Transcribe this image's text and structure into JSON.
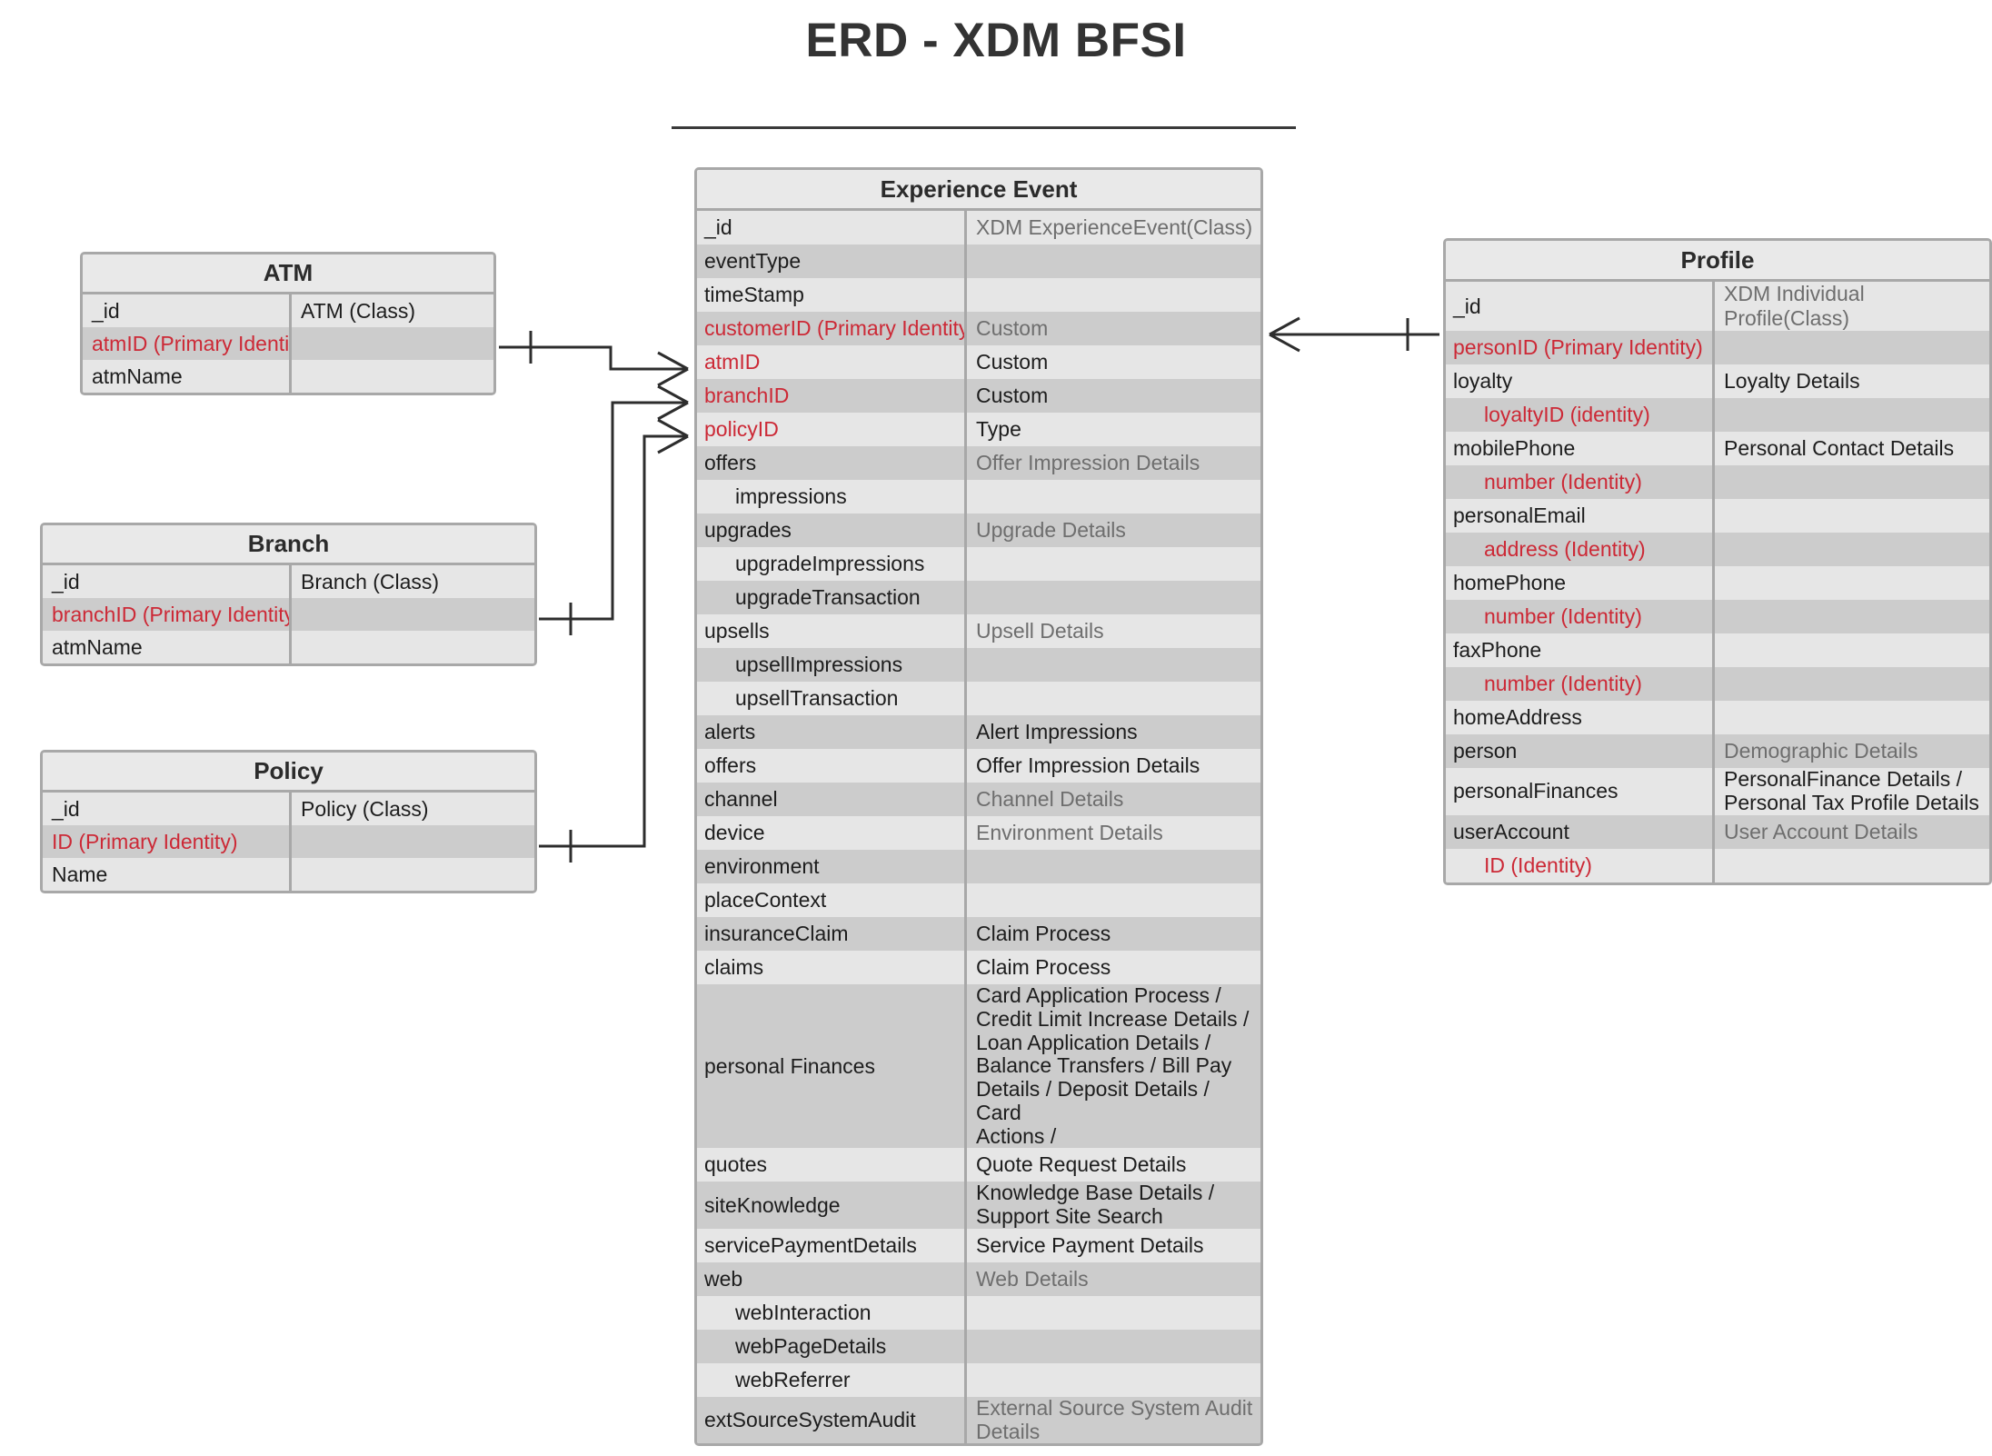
{
  "page": {
    "title": "ERD - XDM BFSI"
  },
  "entities": {
    "atm": {
      "title": "ATM",
      "rows": [
        {
          "name": "_id",
          "type": "ATM (Class)",
          "red": false,
          "shade": "light"
        },
        {
          "name": "atmID (Primary Identity)",
          "type": "",
          "red": true,
          "shade": "dark"
        },
        {
          "name": "atmName",
          "type": "",
          "red": false,
          "shade": "light"
        }
      ]
    },
    "branch": {
      "title": "Branch",
      "rows": [
        {
          "name": "_id",
          "type": "Branch (Class)",
          "red": false,
          "shade": "light"
        },
        {
          "name": "branchID (Primary Identity)",
          "type": "",
          "red": true,
          "shade": "dark"
        },
        {
          "name": "atmName",
          "type": "",
          "red": false,
          "shade": "light"
        }
      ]
    },
    "policy": {
      "title": "Policy",
      "rows": [
        {
          "name": "_id",
          "type": "Policy (Class)",
          "red": false,
          "shade": "light"
        },
        {
          "name": "ID (Primary Identity)",
          "type": "",
          "red": true,
          "shade": "dark"
        },
        {
          "name": "Name",
          "type": "",
          "red": false,
          "shade": "light"
        }
      ]
    },
    "experience_event": {
      "title": "Experience Event",
      "rows": [
        {
          "name": "_id",
          "type": "XDM ExperienceEvent(Class)",
          "red": false,
          "gray_type": true,
          "shade": "light",
          "indent": 0
        },
        {
          "name": "eventType",
          "type": "",
          "red": false,
          "shade": "dark",
          "indent": 0
        },
        {
          "name": "timeStamp",
          "type": "",
          "red": false,
          "shade": "light",
          "indent": 0
        },
        {
          "name": "customerID (Primary Identity)",
          "type": "Custom",
          "red": true,
          "gray_type": true,
          "shade": "dark",
          "indent": 0
        },
        {
          "name": "atmID",
          "type": "Custom",
          "red": true,
          "shade": "light",
          "indent": 0
        },
        {
          "name": "branchID",
          "type": "Custom",
          "red": true,
          "shade": "dark",
          "indent": 0
        },
        {
          "name": "policyID",
          "type": "Type",
          "red": true,
          "shade": "light",
          "indent": 0
        },
        {
          "name": "offers",
          "type": "Offer Impression Details",
          "red": false,
          "gray_type": true,
          "shade": "dark",
          "indent": 0
        },
        {
          "name": "impressions",
          "type": "",
          "red": false,
          "shade": "light",
          "indent": 1
        },
        {
          "name": "upgrades",
          "type": "Upgrade Details",
          "red": false,
          "gray_type": true,
          "shade": "dark",
          "indent": 0
        },
        {
          "name": "upgradeImpressions",
          "type": "",
          "red": false,
          "shade": "light",
          "indent": 1
        },
        {
          "name": "upgradeTransaction",
          "type": "",
          "red": false,
          "shade": "dark",
          "indent": 1
        },
        {
          "name": "upsells",
          "type": "Upsell Details",
          "red": false,
          "gray_type": true,
          "shade": "light",
          "indent": 0
        },
        {
          "name": "upsellImpressions",
          "type": "",
          "red": false,
          "shade": "dark",
          "indent": 1
        },
        {
          "name": "upsellTransaction",
          "type": "",
          "red": false,
          "shade": "light",
          "indent": 1
        },
        {
          "name": "alerts",
          "type": "Alert Impressions",
          "red": false,
          "shade": "dark",
          "indent": 0
        },
        {
          "name": "offers",
          "type": "Offer Impression Details",
          "red": false,
          "shade": "light",
          "indent": 0
        },
        {
          "name": "channel",
          "type": "Channel Details",
          "red": false,
          "gray_type": true,
          "shade": "dark",
          "indent": 0
        },
        {
          "name": "device",
          "type": "Environment Details",
          "red": false,
          "gray_type": true,
          "shade": "light",
          "indent": 0
        },
        {
          "name": "environment",
          "type": "",
          "red": false,
          "shade": "dark",
          "indent": 0
        },
        {
          "name": "placeContext",
          "type": "",
          "red": false,
          "shade": "light",
          "indent": 0
        },
        {
          "name": "insuranceClaim",
          "type": "Claim Process",
          "red": false,
          "shade": "dark",
          "indent": 0
        },
        {
          "name": "claims",
          "type": "Claim Process",
          "red": false,
          "shade": "light",
          "indent": 0
        },
        {
          "name": "personal Finances",
          "type": "Card Application Process /\nCredit Limit Increase Details /\nLoan Application Details /\nBalance Transfers / Bill Pay\nDetails /  Deposit Details / Card\nActions /",
          "red": false,
          "shade": "dark",
          "indent": 0,
          "size": "tall"
        },
        {
          "name": "quotes",
          "type": "Quote Request Details",
          "red": false,
          "shade": "light",
          "indent": 0
        },
        {
          "name": "siteKnowledge",
          "type": "Knowledge Base Details /\nSupport Site Search",
          "red": false,
          "shade": "dark",
          "indent": 0,
          "size": "tall2"
        },
        {
          "name": "servicePaymentDetails",
          "type": "Service Payment Details",
          "red": false,
          "shade": "light",
          "indent": 0
        },
        {
          "name": "web",
          "type": "Web Details",
          "red": false,
          "gray_type": true,
          "shade": "dark",
          "indent": 0
        },
        {
          "name": "webInteraction",
          "type": "",
          "red": false,
          "shade": "light",
          "indent": 1
        },
        {
          "name": "webPageDetails",
          "type": "",
          "red": false,
          "shade": "dark",
          "indent": 1
        },
        {
          "name": "webReferrer",
          "type": "",
          "red": false,
          "shade": "light",
          "indent": 1
        },
        {
          "name": "extSourceSystemAudit",
          "type": "External Source System Audit\nDetails",
          "red": false,
          "gray_type": true,
          "shade": "dark",
          "indent": 0,
          "size": "tall2"
        }
      ]
    },
    "profile": {
      "title": "Profile",
      "rows": [
        {
          "name": "_id",
          "type": "XDM Individual Profile(Class)",
          "red": false,
          "gray_type": true,
          "shade": "light",
          "indent": 0
        },
        {
          "name": "personID (Primary Identity)",
          "type": "",
          "red": true,
          "shade": "dark",
          "indent": 0
        },
        {
          "name": "loyalty",
          "type": "Loyalty Details",
          "red": false,
          "shade": "light",
          "indent": 0
        },
        {
          "name": "loyaltyID (identity)",
          "type": "",
          "red": true,
          "shade": "dark",
          "indent": 1
        },
        {
          "name": "mobilePhone",
          "type": "Personal Contact Details",
          "red": false,
          "shade": "light",
          "indent": 0
        },
        {
          "name": "number (Identity)",
          "type": "",
          "red": true,
          "shade": "dark",
          "indent": 1
        },
        {
          "name": "personalEmail",
          "type": "",
          "red": false,
          "shade": "light",
          "indent": 0
        },
        {
          "name": "address (Identity)",
          "type": "",
          "red": true,
          "shade": "dark",
          "indent": 1
        },
        {
          "name": "homePhone",
          "type": "",
          "red": false,
          "shade": "light",
          "indent": 0
        },
        {
          "name": "number (Identity)",
          "type": "",
          "red": true,
          "shade": "dark",
          "indent": 1
        },
        {
          "name": "faxPhone",
          "type": "",
          "red": false,
          "shade": "light",
          "indent": 0
        },
        {
          "name": "number (Identity)",
          "type": "",
          "red": true,
          "shade": "dark",
          "indent": 1
        },
        {
          "name": "homeAddress",
          "type": "",
          "red": false,
          "shade": "light",
          "indent": 0
        },
        {
          "name": "person",
          "type": "Demographic Details",
          "red": false,
          "gray_type": true,
          "shade": "dark",
          "indent": 0
        },
        {
          "name": "personalFinances",
          "type": "PersonalFinance Details /\nPersonal Tax Profile Details",
          "red": false,
          "shade": "light",
          "indent": 0,
          "size": "tall2"
        },
        {
          "name": "userAccount",
          "type": "User Account Details",
          "red": false,
          "gray_type": true,
          "shade": "dark",
          "indent": 0
        },
        {
          "name": "ID (Identity)",
          "type": "",
          "red": true,
          "shade": "light",
          "indent": 1
        }
      ]
    }
  },
  "relationships": [
    {
      "name": "atm-to-experience-event",
      "from": "ATM.atmID (Primary Identity)",
      "to": "ExperienceEvent.atmID",
      "from_cardinality": "one",
      "to_cardinality": "many"
    },
    {
      "name": "branch-to-experience-event",
      "from": "Branch.branchID (Primary Identity)",
      "to": "ExperienceEvent.branchID",
      "from_cardinality": "one",
      "to_cardinality": "many"
    },
    {
      "name": "policy-to-experience-event",
      "from": "Policy.ID (Primary Identity)",
      "to": "ExperienceEvent.policyID",
      "from_cardinality": "one",
      "to_cardinality": "many"
    },
    {
      "name": "experience-event-to-profile",
      "from": "ExperienceEvent.customerID (Primary Identity)",
      "to": "Profile.personID (Primary Identity)",
      "from_cardinality": "many",
      "to_cardinality": "one"
    }
  ],
  "colors": {
    "identity_red": "#cc2936",
    "row_light": "#e6e6e6",
    "row_dark": "#cccccc",
    "border": "#a8a8a8",
    "connector": "#2d2d2d"
  }
}
